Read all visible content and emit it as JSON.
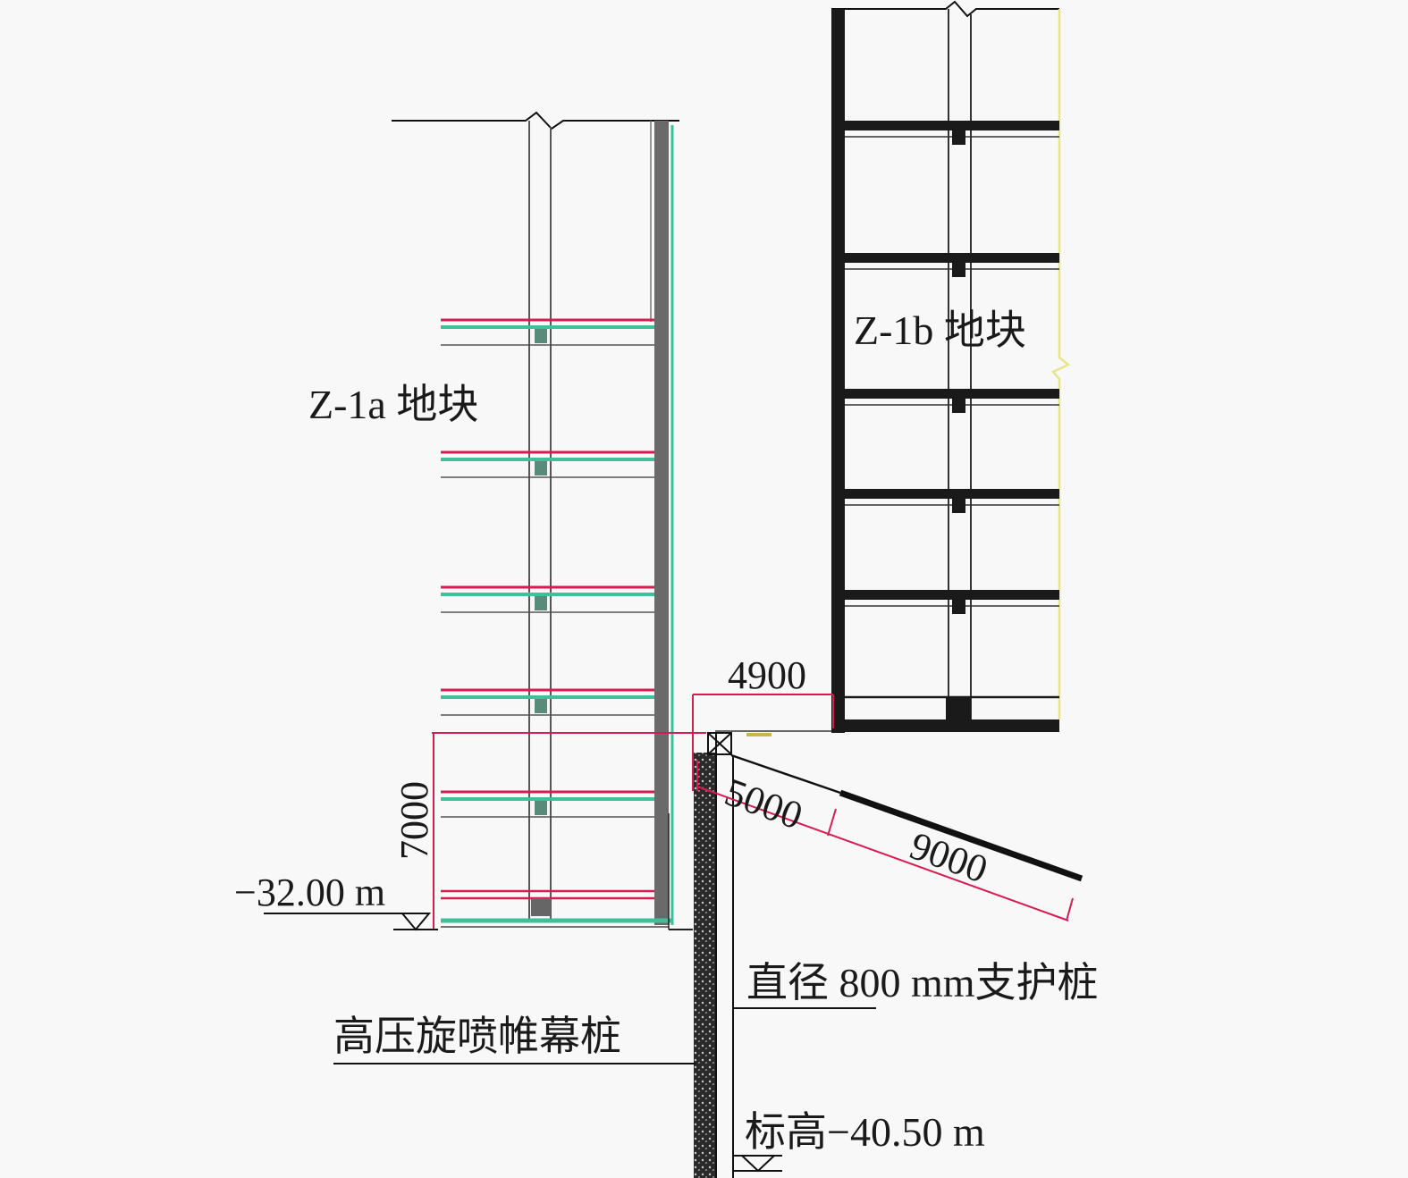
{
  "labels": {
    "block_a": "Z-1a 地块",
    "block_b": "Z-1b 地块",
    "support_pile": "直径 800 mm支护桩",
    "curtain_pile": "高压旋喷帷幕桩",
    "pile_bottom_elevation": "标高−40.50 m",
    "pit_bottom_elevation": "−32.00 m"
  },
  "dimensions": {
    "gap_width": "4900",
    "excavation_depth": "7000",
    "anchor_free_length": "5000",
    "anchor_bonded_length": "9000"
  },
  "colors": {
    "dimension": "#d81b50",
    "slab_accent": "#3fbf9a",
    "structure": "#1a1a1a",
    "wall_gray": "#6a6a6a",
    "boundary": "#e6e68a"
  }
}
